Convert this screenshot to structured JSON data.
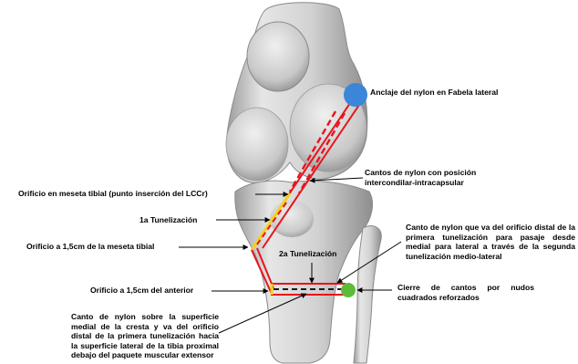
{
  "labels": {
    "anclaje": "Anclaje del nylon  en Fabela lateral",
    "cantos_intercondilar_1": "Cantos    de    nylon    con    posición",
    "cantos_intercondilar_2": "intercondilar-intracapsular",
    "orificio_meseta": "Orificio en meseta tibial (punto inserción del LCCr)",
    "tunelizacion_1": "1a Tunelización",
    "orificio_15_meseta": "Orificio  a 1,5cm de la meseta tibial",
    "tunelizacion_2": "2a Tunelización",
    "orificio_15_anterior": "Orificio  a 1,5cm del anterior",
    "canto_segunda_tunelizacion": "Canto de nylon que va del orificio distal de la primera tunelización para pasaje desde medial para lateral a través de la segunda tunelización medio-lateral",
    "cierre_cantos": "Cierre de cantos por nudos cuadrados reforzados",
    "canto_cresta": "Canto de nylon sobre la superficie medial de la cresta y va del orificio distal de la primera tunelización hacia la superficie lateral de la tibia proximal  debajo  del  paquete muscular extensor"
  },
  "colors": {
    "background": "#ffffff",
    "bone": "#d9d9d9",
    "bone_shadow": "#a8a8a8",
    "nylon_red": "#e8141c",
    "tunnel_yellow": "#f2d21a",
    "fabela_blue": "#3b86d9",
    "knot_green": "#5dbb3a",
    "pointer": "#000000",
    "text": "#000000"
  }
}
